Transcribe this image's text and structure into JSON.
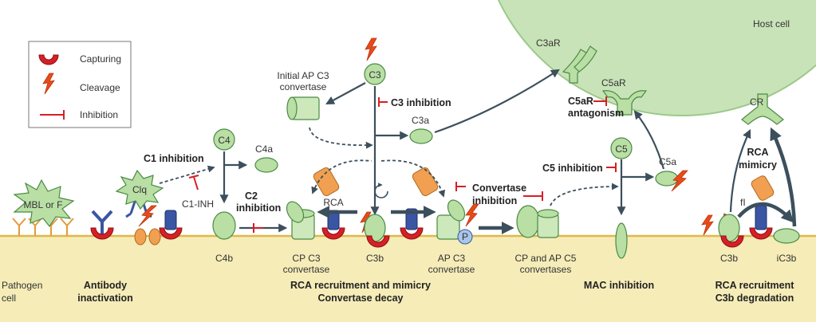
{
  "legend": {
    "capturing": "Capturing",
    "cleavage": "Cleavage",
    "inhibition": "Inhibition"
  },
  "labels": {
    "host_cell": "Host cell",
    "pathogen_cell_1": "Pathogen",
    "pathogen_cell_2": "cell",
    "mbl": "MBL or F",
    "clq": "Clq",
    "c1_inh": "C1-INH",
    "c1_inhibition": "C1 inhibition",
    "c4": "C4",
    "c4a": "C4a",
    "c4b": "C4b",
    "c2_inhibition_1": "C2",
    "c2_inhibition_2": "inhibition",
    "c3": "C3",
    "c3_inhibition": "C3 inhibition",
    "initial_ap_1": "Initial AP C3",
    "initial_ap_2": "convertase",
    "c3a": "C3a",
    "c3b_center": "C3b",
    "rca": "RCA",
    "cp_c3_1": "CP C3",
    "cp_c3_2": "convertase",
    "ap_c3_1": "AP C3",
    "ap_c3_2": "convertase",
    "p": "P",
    "convertase_inhibition_1": "Convertase",
    "convertase_inhibition_2": "inhibition",
    "cp_ap_c5_1": "CP and AP C5",
    "cp_ap_c5_2": "convertases",
    "c3ar": "C3aR",
    "c5ar": "C5aR",
    "c5ar_antag_1": "C5aR",
    "c5ar_antag_2": "antagonism",
    "c5": "C5",
    "c5_inhibition": "C5 inhibition",
    "c5a": "C5a",
    "cr": "CR",
    "rca_mimicry_1": "RCA",
    "rca_mimicry_2": "mimicry",
    "fi": "fI",
    "c3b_right": "C3b",
    "ic3b": "iC3b"
  },
  "bottom": {
    "antibody_1": "Antibody",
    "antibody_2": "inactivation",
    "rca_recruit_1": "RCA recruitment and mimicry",
    "rca_recruit_2": "Convertase decay",
    "mac": "MAC inhibition",
    "rca_c3b_1": "RCA recruitment",
    "rca_c3b_2": "C3b degradation"
  },
  "colors": {
    "membrane": "#f5ecb8",
    "host_cell": "#c9e3b8",
    "capture_red": "#d61f26",
    "regulator_blue": "#3a55a3",
    "inhibitor_orange": "#f0a050",
    "arrow": "#3c4f5c"
  }
}
